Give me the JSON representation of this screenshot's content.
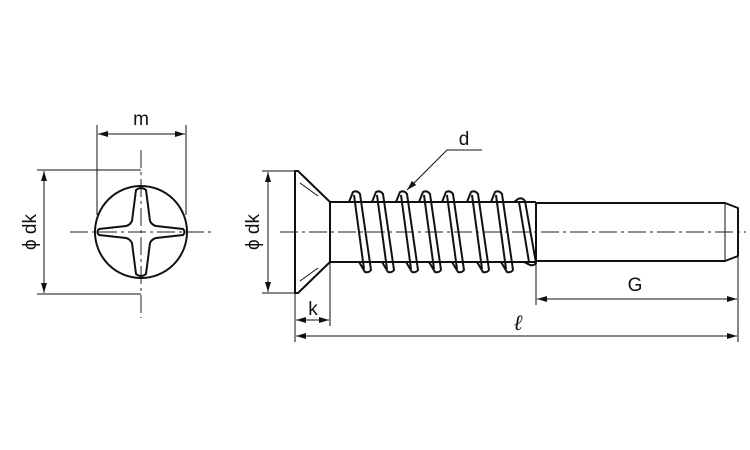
{
  "title": "Countersunk head Phillips tapping screw dimension drawing",
  "labels": {
    "m": "m",
    "d": "d",
    "dk_head_view": "ϕ dk",
    "dk_side_view": "ϕ dk",
    "k": "k",
    "G": "G",
    "length": "ℓ"
  },
  "colors": {
    "line": "#111111",
    "background": "#ffffff"
  }
}
